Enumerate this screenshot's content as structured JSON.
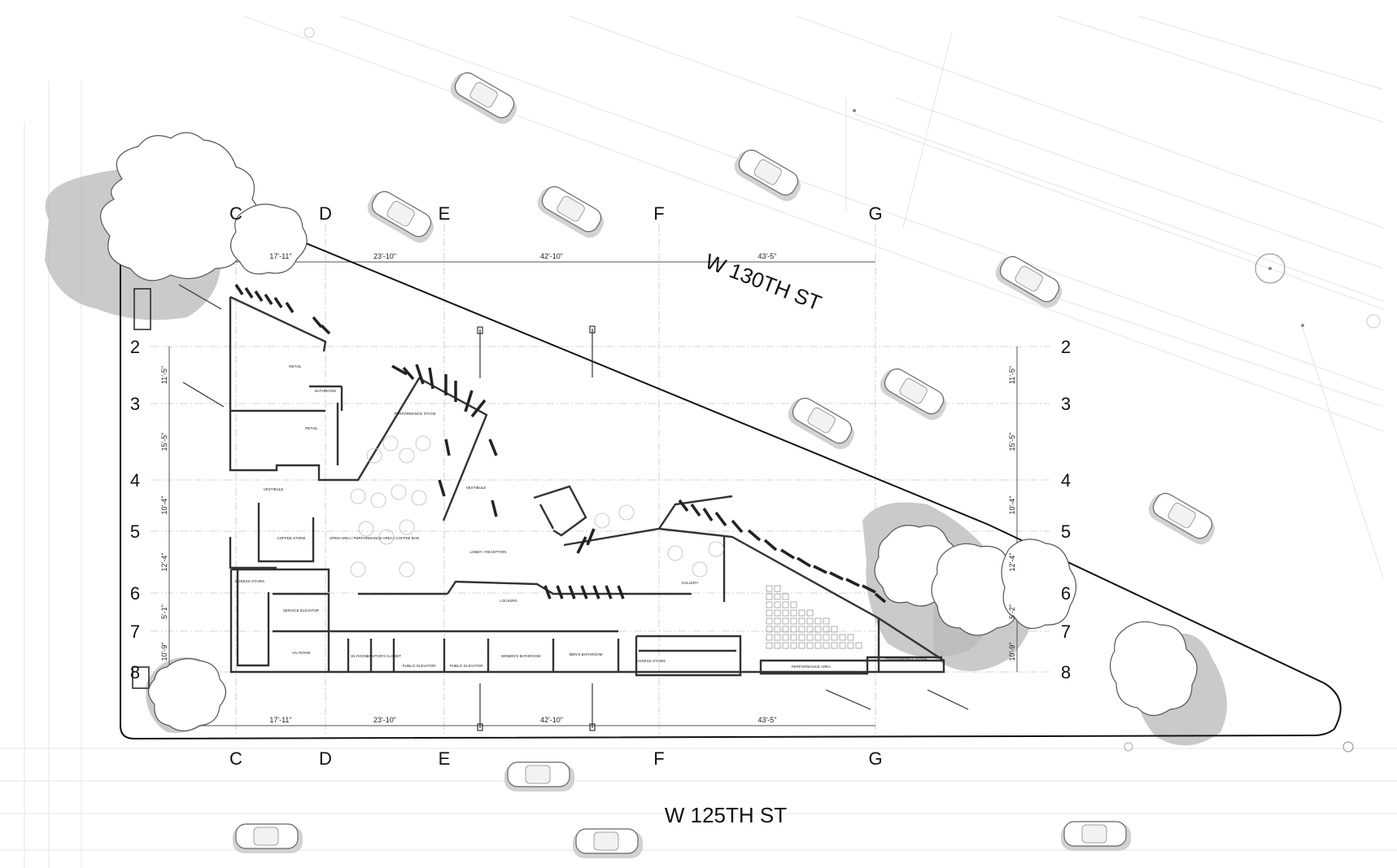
{
  "streets": {
    "north": "W 130TH ST",
    "south": "W 125TH ST"
  },
  "grid": {
    "columns": [
      "C",
      "D",
      "E",
      "F",
      "G"
    ],
    "rows": [
      "2",
      "3",
      "4",
      "5",
      "6",
      "7",
      "8"
    ]
  },
  "dimensions": {
    "top": [
      "17'-11\"",
      "23'-10\"",
      "42'-10\"",
      "43'-5\""
    ],
    "bottom": [
      "17'-11\"",
      "23'-10\"",
      "42'-10\"",
      "43'-5\""
    ],
    "left": [
      "11'-5\"",
      "15'-5\"",
      "10'-4\"",
      "12'-4\"",
      "5'-1\"",
      "10'-9\""
    ],
    "right": [
      "11'-5\"",
      "15'-5\"",
      "10'-4\"",
      "12'-4\"",
      "5'-2\"",
      "10'-9\""
    ]
  },
  "rooms": {
    "retail_1": "RETAIL",
    "bathroom": "BATHROOM",
    "retail_2": "RETAIL",
    "performance_stage_1": "PERFORMANCE STAGE",
    "vestibule_1": "VESTIBULE",
    "vestibule_2": "VESTIBULE",
    "coffee_store": "COFFEE STORE",
    "open_area": "OPEN AREA / PERFORMANCE AREA / COFFEE BAR",
    "lobby": "LOBBY / RECEPTION",
    "egress_stairs_1": "EGRESS STAIRS",
    "service_elevator": "SERVICE ELEVATOR",
    "lockers": "LOCKERS",
    "gallery": "GALLERY",
    "av_room": "A/V ROOM",
    "el_room": "EL ROOM",
    "janitor_closet": "JANITOR'S CLOSET",
    "public_elevator_1": "PUBLIC ELEVATOR",
    "public_elevator_2": "PUBLIC ELEVATOR",
    "womens_bathroom": "WOMEN'S BATHROOM",
    "mens_bathroom": "MEN'S BATHROOM",
    "egress_stairs_2": "EGRESS STAIRS",
    "performance_area": "PERFORMANCE AREA",
    "performance_stage_2": "PERFORMANCE STAGE"
  },
  "icons": {
    "tree": "tree-canopy-icon",
    "car": "car-icon",
    "north": "hydrant-icon"
  },
  "colors": {
    "line": "#333333",
    "shadow": "#b8b8b8",
    "background_line": "#e4e4e4"
  }
}
